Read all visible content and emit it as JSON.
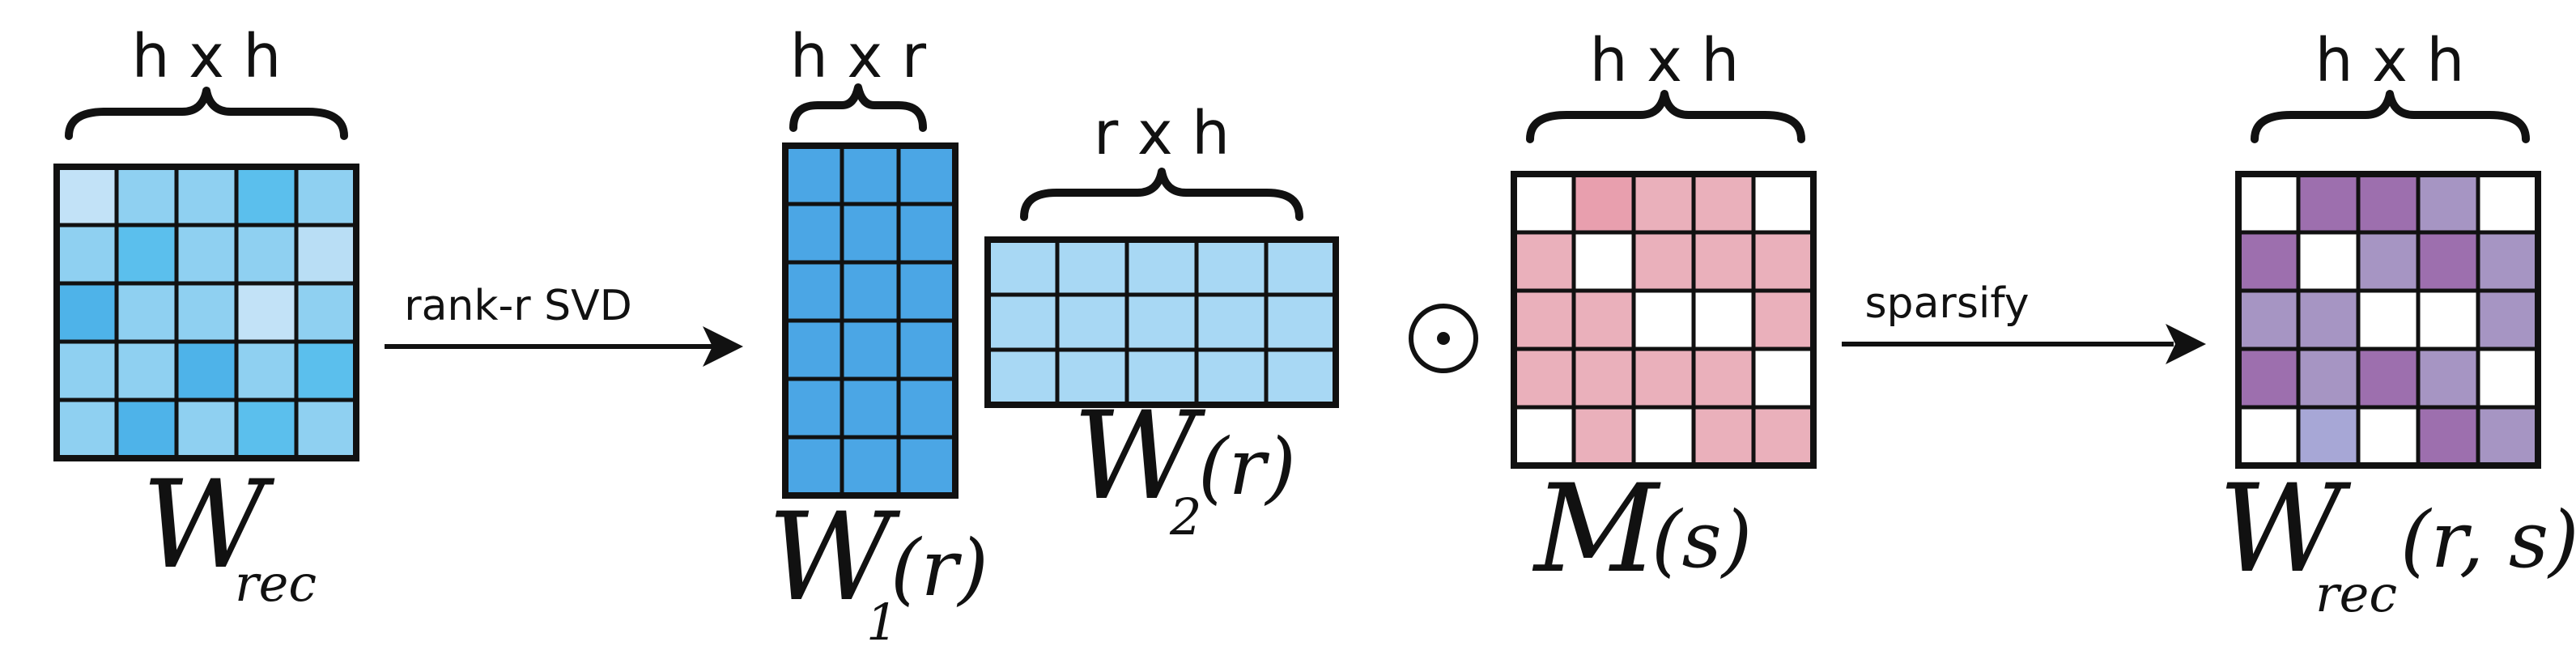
{
  "diagram": {
    "matrices": [
      {
        "id": "w-rec",
        "dim_label": "h x h",
        "symbol": "W",
        "subscript": "rec",
        "suffix": "",
        "colors": [
          [
            "#c2e2f7",
            "#8fd0f1",
            "#8fd0f1",
            "#5bbfed",
            "#8fd0f1"
          ],
          [
            "#8fd0f1",
            "#5bbfed",
            "#8fd0f1",
            "#8fd0f1",
            "#b9def5"
          ],
          [
            "#4eb3e9",
            "#8fd0f1",
            "#8fd0f1",
            "#c2e2f7",
            "#8fd0f1"
          ],
          [
            "#8fd0f1",
            "#8fd0f1",
            "#4eb3e9",
            "#8fd0f1",
            "#5bbfed"
          ],
          [
            "#8fd0f1",
            "#4eb3e9",
            "#8fd0f1",
            "#5bbfed",
            "#8fd0f1"
          ]
        ]
      },
      {
        "id": "w1",
        "dim_label": "h x r",
        "symbol": "W",
        "subscript": "1",
        "suffix": "(r)",
        "colors": [
          [
            "#4ba6e5",
            "#4ba6e5",
            "#4ba6e5"
          ],
          [
            "#4ba6e5",
            "#4ba6e5",
            "#4ba6e5"
          ],
          [
            "#4ba6e5",
            "#4ba6e5",
            "#4ba6e5"
          ],
          [
            "#4ba6e5",
            "#4ba6e5",
            "#4ba6e5"
          ],
          [
            "#4ba6e5",
            "#4ba6e5",
            "#4ba6e5"
          ],
          [
            "#4ba6e5",
            "#4ba6e5",
            "#4ba6e5"
          ]
        ]
      },
      {
        "id": "w2",
        "dim_label": "r x h",
        "symbol": "W",
        "subscript": "2",
        "suffix": "(r)",
        "colors": [
          [
            "#a8d8f4",
            "#a8d8f4",
            "#a8d8f4",
            "#a8d8f4",
            "#a8d8f4"
          ],
          [
            "#a8d8f4",
            "#a8d8f4",
            "#a8d8f4",
            "#a8d8f4",
            "#a8d8f4"
          ],
          [
            "#a8d8f4",
            "#a8d8f4",
            "#a8d8f4",
            "#a8d8f4",
            "#a8d8f4"
          ]
        ]
      },
      {
        "id": "mask",
        "dim_label": "h x h",
        "symbol": "M",
        "subscript": "",
        "suffix": "(s)",
        "colors": [
          [
            "#ffffff",
            "#e89fae",
            "#eab0bb",
            "#eab0bb",
            "#ffffff"
          ],
          [
            "#eab0bb",
            "#ffffff",
            "#eab0bb",
            "#eab0bb",
            "#eab0bb"
          ],
          [
            "#eab0bb",
            "#eab0bb",
            "#ffffff",
            "#ffffff",
            "#eab0bb"
          ],
          [
            "#eab0bb",
            "#eab0bb",
            "#eab0bb",
            "#eab0bb",
            "#ffffff"
          ],
          [
            "#ffffff",
            "#eab0bb",
            "#ffffff",
            "#eab0bb",
            "#eab0bb"
          ]
        ]
      },
      {
        "id": "w-rec-sparse",
        "dim_label": "h x h",
        "symbol": "W",
        "subscript": "rec",
        "suffix": "(r, s)",
        "colors": [
          [
            "#ffffff",
            "#9d6fae",
            "#9d6fae",
            "#a695c3",
            "#ffffff"
          ],
          [
            "#9d6fae",
            "#ffffff",
            "#a695c3",
            "#9d6fae",
            "#a695c3"
          ],
          [
            "#a695c3",
            "#a695c3",
            "#ffffff",
            "#ffffff",
            "#a695c3"
          ],
          [
            "#9d6fae",
            "#a695c3",
            "#9d6fae",
            "#a695c3",
            "#ffffff"
          ],
          [
            "#ffffff",
            "#a7a7d6",
            "#ffffff",
            "#9d6fae",
            "#a695c3"
          ]
        ]
      }
    ],
    "operations": {
      "svd_label": "rank-r SVD",
      "elementwise_symbol": "⊙",
      "sparsify_label": "sparsify"
    },
    "colors": {
      "stroke": "#111111",
      "blue_light": "#a8d8f4",
      "blue_dark": "#4ba6e5",
      "pink": "#eab0bb",
      "purple": "#9d6fae"
    }
  }
}
